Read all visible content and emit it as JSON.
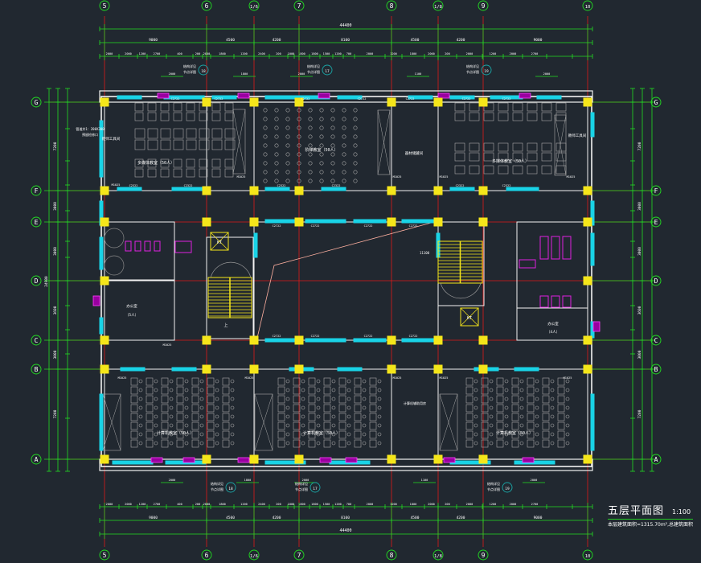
{
  "drawing": {
    "title": "五层平面图",
    "scale": "1:100",
    "subtitle": "本层建筑面积=1315.70m²,总建筑面积",
    "total_dimension": "44400"
  },
  "axes_vertical": [
    "5",
    "6",
    "1/6",
    "7",
    "8",
    "1/8",
    "9",
    "10"
  ],
  "axes_horizontal": [
    "G",
    "F",
    "E",
    "D",
    "C",
    "B",
    "A"
  ],
  "top_dims": {
    "bays": [
      "9000",
      "4500",
      "4200",
      "8100",
      "4500",
      "4200",
      "9000"
    ],
    "details": [
      "2000",
      "2000",
      "1200",
      "2700",
      "400",
      "200",
      "2000",
      "1800",
      "1200",
      "2400",
      "200",
      "1000",
      "1800",
      "1800",
      "1500",
      "1200",
      "700",
      "2000",
      "1200",
      "1800",
      "2000",
      "200",
      "2000",
      "1200",
      "2000",
      "2700"
    ]
  },
  "rooms": {
    "top_left": "多媒体教室（50人）",
    "top_left_side": "教师工具间",
    "top_middle": "阶梯教室（50人）",
    "top_right_small": "器材储藏间",
    "top_right": "多媒体教室（50人）",
    "top_right_side": "教师工具间",
    "left_mid": "办公室",
    "left_mid_count": "（5人）",
    "right_mid": "办公室",
    "right_mid_count": "（4人）",
    "bottom_left": "计算机教室（50人）",
    "bottom_middle": "计算机教室（50人）",
    "bottom_small": "计算机辅助用房",
    "bottom_right": "计算机教室（50人）"
  },
  "labels": {
    "window_code_a": "C2722",
    "window_code_b": "C2322",
    "door_code": "M1025",
    "elevator": "KT",
    "stair_up": "上",
    "corridor_width": "11100",
    "note_left": "管道井1：200X300",
    "note_left_sub": "预留检修口",
    "detail_ref_top1": "结构详见",
    "detail_ref_top2": "节点详图",
    "detail_num_1": "18",
    "detail_num_2": "17",
    "detail_num_3": "19",
    "dim_2000": "2000",
    "dim_1800": "1800",
    "dim_1100": "1100"
  },
  "side_dims": {
    "left": [
      "7200",
      "3000",
      "3000",
      "3600",
      "3000",
      "7200"
    ],
    "left_total": "24900"
  }
}
